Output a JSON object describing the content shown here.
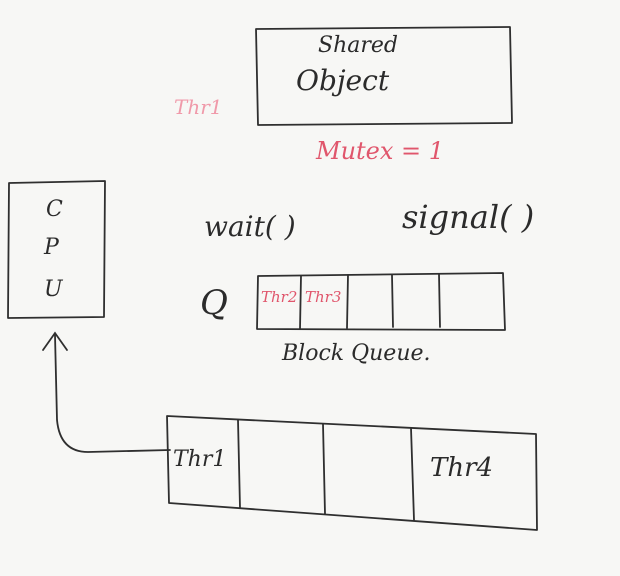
{
  "shared_object": {
    "line1": "Shared",
    "line2": "Object"
  },
  "mutex_label": "Mutex = 1",
  "thread_top_label": "Thr1",
  "cpu": {
    "letters": [
      "C",
      "P",
      "U"
    ]
  },
  "methods": {
    "wait": "wait( )",
    "signal": "signal( )"
  },
  "block_queue": {
    "q_label": "Q",
    "cells": [
      "Thr2",
      "Thr3",
      "",
      "",
      ""
    ],
    "caption": "Block Queue."
  },
  "ready_queue": {
    "cells": [
      "Thr1",
      "",
      "",
      "Thr4"
    ]
  },
  "colors": {
    "ink": "#2b2b2b",
    "red": "#e0566c",
    "pink": "#f09aaa",
    "board": "#f7f7f5"
  }
}
